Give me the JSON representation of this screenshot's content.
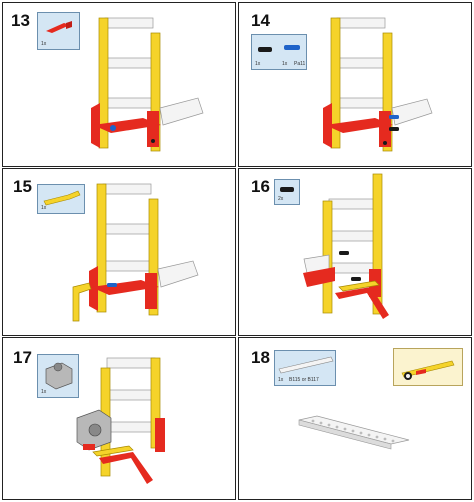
{
  "steps": [
    {
      "number": "13",
      "parts": [
        {
          "qty": "1x"
        }
      ]
    },
    {
      "number": "14",
      "parts": [
        {
          "qty": "1x"
        },
        {
          "qty": "1x",
          "label": "Pa11"
        }
      ]
    },
    {
      "number": "15",
      "parts": [
        {
          "qty": "1x"
        }
      ]
    },
    {
      "number": "16",
      "parts": [
        {
          "qty": "2x"
        }
      ]
    },
    {
      "number": "17",
      "parts": [
        {
          "qty": "1x"
        }
      ]
    },
    {
      "number": "18",
      "parts": [
        {
          "qty": "1x",
          "label": "B115 or B117"
        }
      ]
    }
  ],
  "colors": {
    "yellow": "#f5d32a",
    "red": "#e52a1f",
    "white": "#f4f4f4",
    "grey": "#b8b8b8",
    "blue": "#1f63c9",
    "black": "#1a1a1a",
    "callout": "#d4e6f4"
  }
}
